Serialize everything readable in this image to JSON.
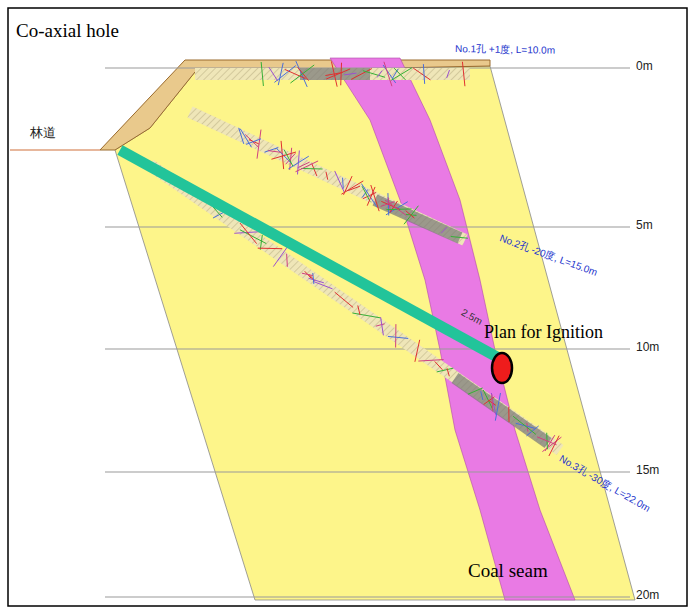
{
  "diagram": {
    "labels": [
      "Co-axial hole",
      "林道",
      "No.1孔 +1度, L=10.0m",
      "No.2孔 -20度, L=15.0m",
      "No.3孔 -30度, L=22.0m",
      "2.5m",
      "Plan for Ignition",
      "Coal seam",
      "0m",
      "5m",
      "10m",
      "15m",
      "20m"
    ]
  }
}
